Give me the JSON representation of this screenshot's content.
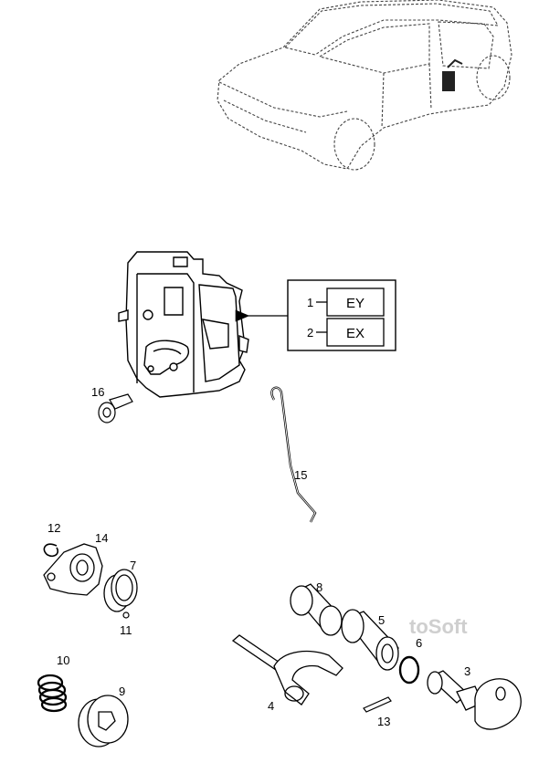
{
  "variant_box": {
    "rows": [
      {
        "number": "1",
        "code": "EY"
      },
      {
        "number": "2",
        "code": "EX"
      }
    ]
  },
  "callouts": {
    "n16": "16",
    "n15": "15",
    "n12": "12",
    "n14": "14",
    "n7": "7",
    "n11": "11",
    "n8": "8",
    "n5": "5",
    "n6": "6",
    "n3": "3",
    "n10": "10",
    "n9": "9",
    "n4": "4",
    "n13": "13"
  },
  "watermark": "toSoft"
}
